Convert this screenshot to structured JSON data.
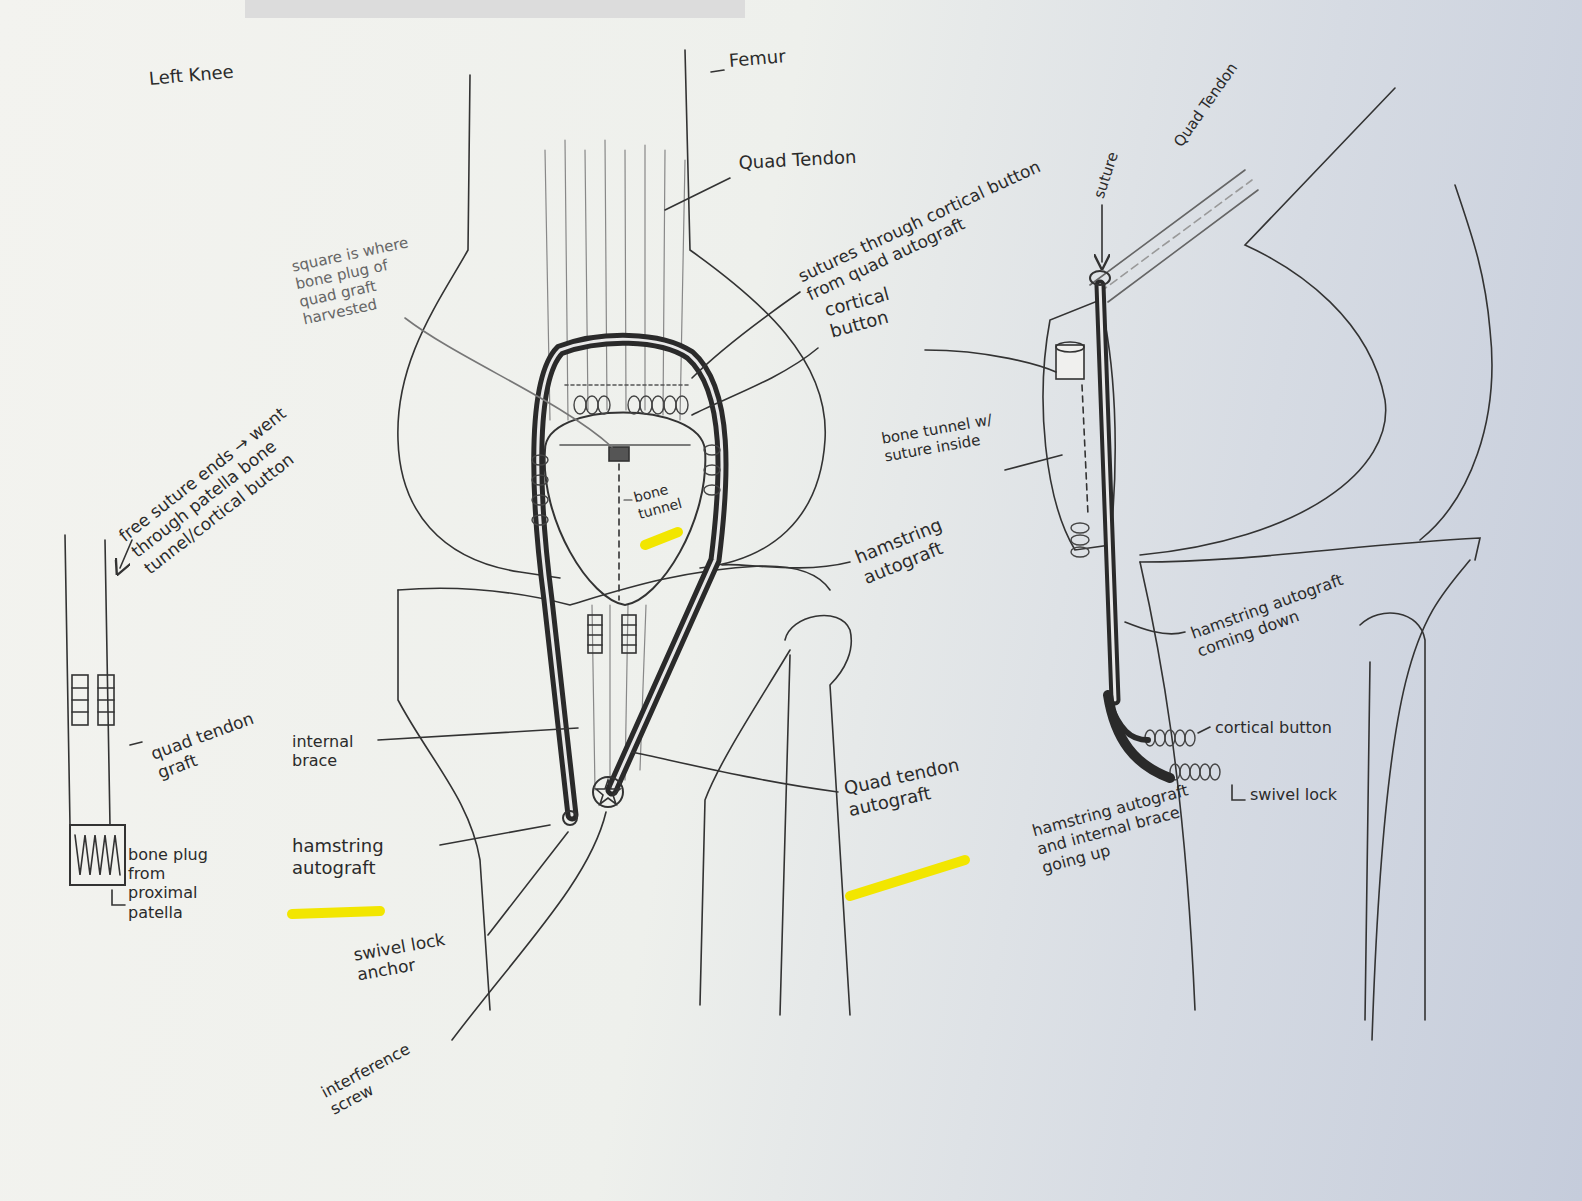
{
  "diagram": {
    "title": "Left Knee",
    "labels": [
      "Femur",
      "Quad Tendon",
      "square is where bone plug of quad graft harvested",
      "sutures through cortical button from quad autograft",
      "cortical button",
      "free suture ends → went through patella bone tunnel/cortical button",
      "bone tunnel",
      "hamstring autograft",
      "quad tendon graft",
      "bone plug from proximal patella",
      "internal brace",
      "hamstring autograft",
      "Quad tendon autograft",
      "swivel lock anchor",
      "interference screw",
      "suture",
      "Quad Tendon",
      "bone tunnel w/ suture inside",
      "hamstring autograft coming down",
      "cortical button",
      "swivel lock",
      "hamstring autograft and internal brace going up"
    ]
  }
}
